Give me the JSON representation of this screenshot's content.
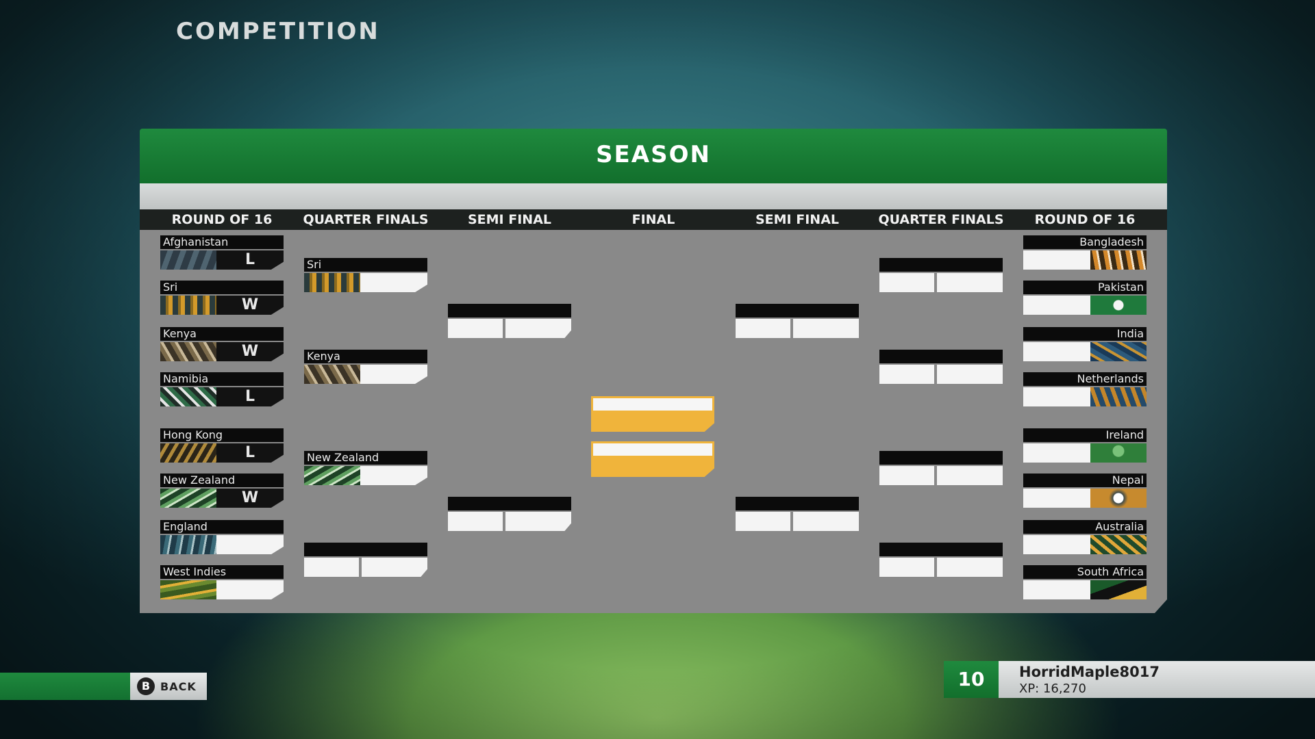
{
  "screen_title": "COMPETITION",
  "panel_title": "SEASON",
  "columns": [
    "ROUND OF 16",
    "QUARTER FINALS",
    "SEMI FINAL",
    "FINAL",
    "SEMI FINAL",
    "QUARTER FINALS",
    "ROUND OF 16"
  ],
  "left_r16": [
    {
      "team": "Afghanistan",
      "result": "L",
      "logo": "afghanistan-logo"
    },
    {
      "team": "Sri",
      "result": "W",
      "logo": "sri-lanka-logo"
    },
    {
      "team": "Kenya",
      "result": "W",
      "logo": "kenya-logo"
    },
    {
      "team": "Namibia",
      "result": "L",
      "logo": "namibia-logo"
    },
    {
      "team": "Hong Kong",
      "result": "L",
      "logo": "hong-kong-logo"
    },
    {
      "team": "New Zealand",
      "result": "W",
      "logo": "new-zealand-logo"
    },
    {
      "team": "England",
      "result": "",
      "logo": "england-logo"
    },
    {
      "team": "West Indies",
      "result": "",
      "logo": "west-indies-logo"
    }
  ],
  "left_qf": [
    {
      "team": "Sri"
    },
    {
      "team": "Kenya"
    },
    {
      "team": "New Zealand"
    },
    {
      "team": ""
    }
  ],
  "right_r16": [
    {
      "team": "Bangladesh",
      "logo": "bangladesh-logo"
    },
    {
      "team": "Pakistan",
      "logo": "pakistan-logo"
    },
    {
      "team": "India",
      "logo": "india-logo"
    },
    {
      "team": "Netherlands",
      "logo": "netherlands-logo"
    },
    {
      "team": "Ireland",
      "logo": "ireland-logo"
    },
    {
      "team": "Nepal",
      "logo": "nepal-logo"
    },
    {
      "team": "Australia",
      "logo": "australia-logo"
    },
    {
      "team": "South Africa",
      "logo": "south-africa-logo"
    }
  ],
  "footer": {
    "back_button_glyph": "B",
    "back_label": "BACK",
    "player_level": "10",
    "player_name": "HorridMaple8017",
    "player_xp": "XP: 16,270"
  },
  "colors": {
    "accent_green": "#1f8a3e",
    "final_gold": "#f0b43b",
    "panel_grey": "#898989"
  }
}
